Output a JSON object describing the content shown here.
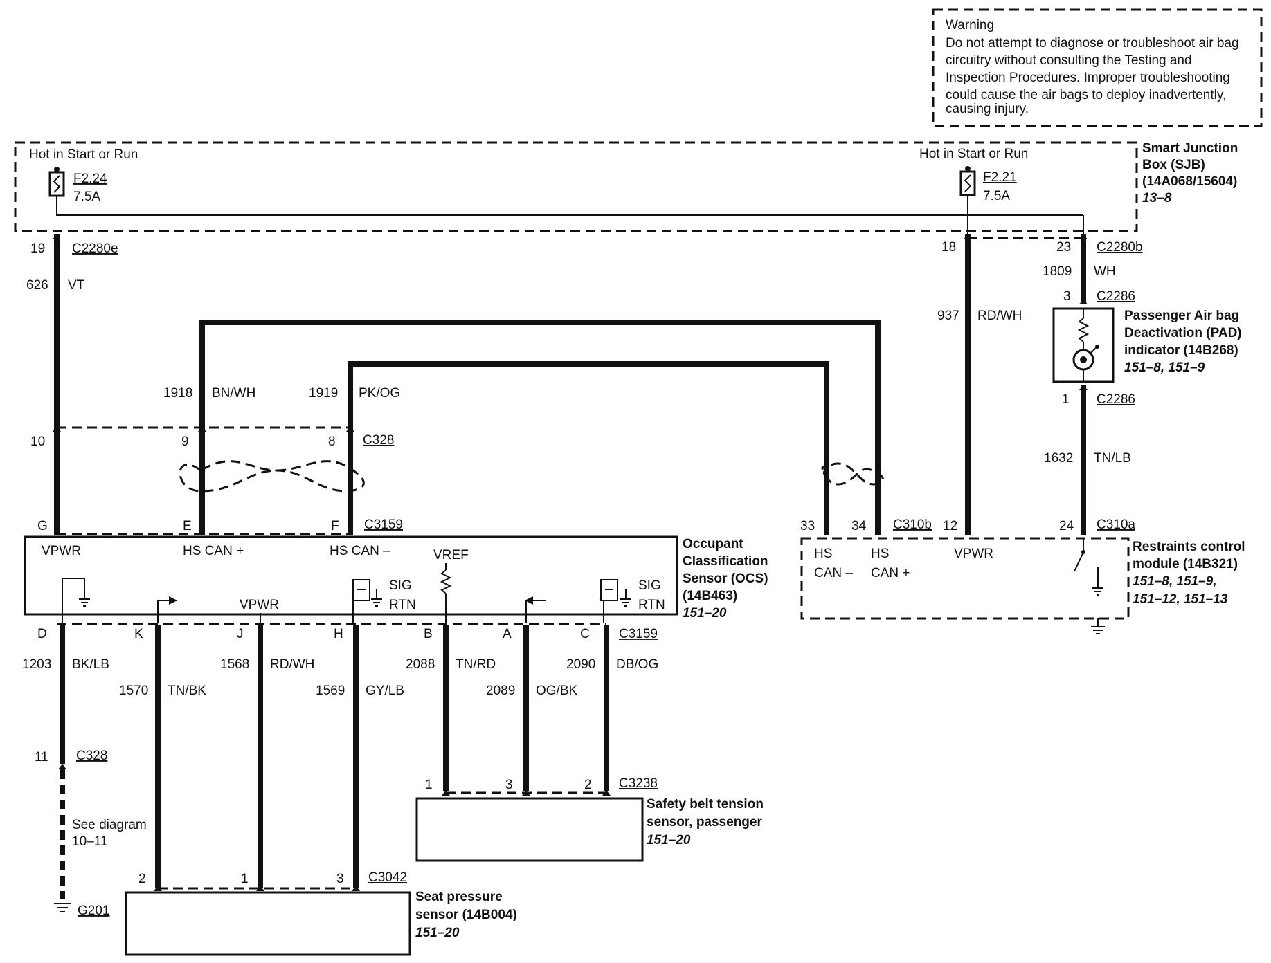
{
  "warning": {
    "title": "Warning",
    "lines": [
      "Do not attempt to diagnose or troubleshoot air bag",
      "circuitry without consulting the Testing and",
      "Inspection Procedures. Improper troubleshooting",
      "could cause the air bags to deploy inadvertently,",
      "causing injury."
    ]
  },
  "sjb": {
    "hot_left": "Hot in Start or Run",
    "hot_right": "Hot in Start or Run",
    "fuse_left_id": "F2.24",
    "fuse_left_rating": "7.5A",
    "fuse_right_id": "F2.21",
    "fuse_right_rating": "7.5A",
    "name_lines": [
      "Smart Junction",
      "Box (SJB)",
      "(14A068/15604)"
    ],
    "ref": "13–8"
  },
  "pad": {
    "name_lines": [
      "Passenger Air bag",
      "Deactivation (PAD)",
      "indicator (14B268)"
    ],
    "ref": "151–8, 151–9"
  },
  "ocs": {
    "name_lines": [
      "Occupant",
      "Classification",
      "Sensor (OCS)",
      "(14B463)"
    ],
    "ref": "151–20",
    "vpwr": "VPWR",
    "hs_can_plus": "HS CAN +",
    "hs_can_minus": "HS CAN –",
    "vref": "VREF",
    "vpwr_inner": "VPWR",
    "sig1": "SIG",
    "rtn1": "RTN",
    "sig2": "SIG",
    "rtn2": "RTN"
  },
  "rcm": {
    "name_lines": [
      "Restraints control",
      "module (14B321)"
    ],
    "refs": [
      "151–8, 151–9,",
      "151–12, 151–13"
    ],
    "hs1": "HS",
    "can_minus": "CAN –",
    "hs2": "HS",
    "can_plus": "CAN +",
    "vpwr": "VPWR"
  },
  "belt": {
    "name_lines": [
      "Safety belt tension",
      "sensor, passenger"
    ],
    "ref": "151–20"
  },
  "seat": {
    "name_lines": [
      "Seat pressure",
      "sensor (14B004)"
    ],
    "ref": "151–20"
  },
  "connectors": {
    "c2280e": "C2280e",
    "c2280b": "C2280b",
    "c2286_top": "C2286",
    "c2286_bottom": "C2286",
    "c328_top": "C328",
    "c328_bottom": "C328",
    "c3159_top": "C3159",
    "c3159_bottom": "C3159",
    "c310b": "C310b",
    "c310a": "C310a",
    "c3238": "C3238",
    "c3042": "C3042",
    "g201": "G201"
  },
  "pins": {
    "p19": "19",
    "p18": "18",
    "p23": "23",
    "p3pad": "3",
    "p1pad": "1",
    "p10": "10",
    "p9": "9",
    "p8": "8",
    "pG": "G",
    "pE": "E",
    "pF": "F",
    "p33": "33",
    "p34": "34",
    "p12": "12",
    "p24": "24",
    "pD": "D",
    "pK": "K",
    "pJ": "J",
    "pH": "H",
    "pB": "B",
    "pA": "A",
    "pC": "C",
    "p11": "11",
    "pb1": "1",
    "pb3": "3",
    "pb2": "2",
    "ps2": "2",
    "ps1": "1",
    "ps3": "3"
  },
  "circuits": {
    "c626": "626",
    "vt": "VT",
    "c937": "937",
    "rdwh": "RD/WH",
    "c1809": "1809",
    "wh": "WH",
    "c1918": "1918",
    "bnwh": "BN/WH",
    "c1919": "1919",
    "pkog": "PK/OG",
    "c1632": "1632",
    "tnlb": "TN/LB",
    "c1203": "1203",
    "bklb": "BK/LB",
    "c1570": "1570",
    "tnbk": "TN/BK",
    "c1568": "1568",
    "rdwh2": "RD/WH",
    "c1569": "1569",
    "gylb": "GY/LB",
    "c2088": "2088",
    "tnrd": "TN/RD",
    "c2089": "2089",
    "ogbk": "OG/BK",
    "c2090": "2090",
    "dbog": "DB/OG"
  },
  "see_diagram": [
    "See diagram",
    "10–11"
  ]
}
